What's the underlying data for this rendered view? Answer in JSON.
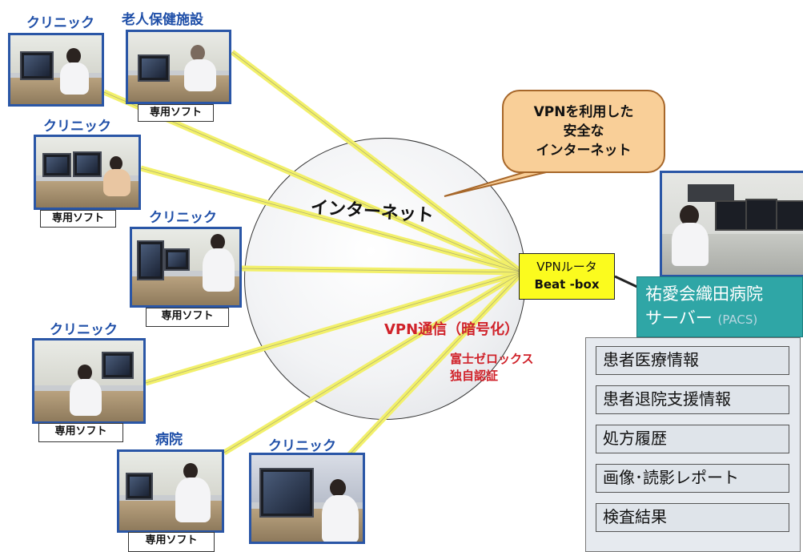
{
  "internet": {
    "label": "インターネット"
  },
  "callout": {
    "line1": "VPNを利用した",
    "line2": "安全な",
    "line3": "インターネット"
  },
  "router": {
    "line1": "VPNルータ",
    "line2": "Beat -box"
  },
  "vpn_text": {
    "line1": "VPN通信（暗号化）",
    "line2": "富士ゼロックス",
    "line3": "独自認証"
  },
  "server": {
    "line1": "祐愛会織田病院",
    "line2": "サーバー",
    "pacs": "(PACS)"
  },
  "info_items": [
    "患者医療情報",
    "患者退院支援情報",
    "処方履歴",
    "画像･読影レポート",
    "検査結果"
  ],
  "sites": [
    {
      "label": "クリニック"
    },
    {
      "label": "老人保健施設",
      "soft": "専用ソフト"
    },
    {
      "label": "クリニック",
      "soft": "専用ソフト"
    },
    {
      "label": "クリニック",
      "soft": "専用ソフト"
    },
    {
      "label": "クリニック",
      "soft": "専用ソフト"
    },
    {
      "label": "病院",
      "soft": "専用ソフト"
    },
    {
      "label": "クリニック"
    }
  ],
  "colors": {
    "link_line": "#f2f06a",
    "photo_border": "#2a56a6",
    "label_blue": "#1f4fa8",
    "router_fill": "#fbfb1e",
    "server_fill": "#2fa6a6",
    "vpn_red": "#d0222a"
  }
}
